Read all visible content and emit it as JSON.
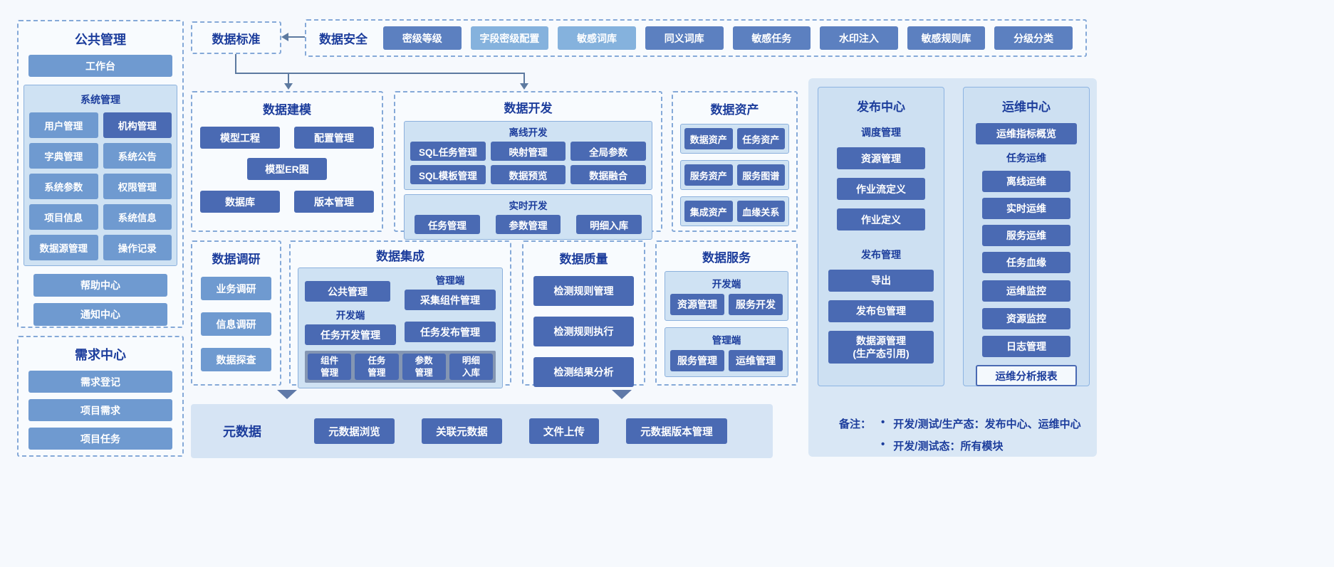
{
  "palette": {
    "accent_dark": "#4a6ab3",
    "accent_medium": "#6f9ad0",
    "accent_light": "#85b2dd",
    "panel_bg": "#cfe2f3",
    "title_text": "#1c3d9c"
  },
  "left": {
    "public_mgmt": {
      "title": "公共管理",
      "workbench": "工作台",
      "system_mgmt": {
        "title": "系统管理",
        "items": [
          {
            "label": "用户管理",
            "variant": "medium"
          },
          {
            "label": "机构管理",
            "variant": "dark"
          },
          {
            "label": "字典管理",
            "variant": "medium"
          },
          {
            "label": "系统公告",
            "variant": "medium"
          },
          {
            "label": "系统参数",
            "variant": "medium"
          },
          {
            "label": "权限管理",
            "variant": "medium"
          },
          {
            "label": "项目信息",
            "variant": "medium"
          },
          {
            "label": "系统信息",
            "variant": "medium"
          },
          {
            "label": "数据源管理",
            "variant": "medium"
          },
          {
            "label": "操作记录",
            "variant": "medium"
          }
        ]
      },
      "extra": [
        "帮助中心",
        "通知中心"
      ]
    },
    "demand_center": {
      "title": "需求中心",
      "items": [
        "需求登记",
        "项目需求",
        "项目任务"
      ]
    }
  },
  "top": {
    "data_standard": {
      "title": "数据标准"
    },
    "data_security": {
      "title": "数据安全",
      "items": [
        {
          "label": "密级等级",
          "variant": "sec"
        },
        {
          "label": "字段密级配置",
          "variant": "light"
        },
        {
          "label": "敏感词库",
          "variant": "light"
        },
        {
          "label": "同义词库",
          "variant": "sec"
        },
        {
          "label": "敏感任务",
          "variant": "sec"
        },
        {
          "label": "水印注入",
          "variant": "sec"
        },
        {
          "label": "敏感规则库",
          "variant": "sec"
        },
        {
          "label": "分级分类",
          "variant": "sec"
        }
      ]
    }
  },
  "modeling": {
    "title": "数据建模",
    "items": [
      "模型工程",
      "配置管理",
      "模型ER图",
      "数据库",
      "版本管理"
    ]
  },
  "data_dev": {
    "title": "数据开发",
    "offline": {
      "title": "离线开发",
      "items": [
        "SQL任务管理",
        "映射管理",
        "全局参数",
        "SQL模板管理",
        "数据预览",
        "数据融合"
      ]
    },
    "realtime": {
      "title": "实时开发",
      "items": [
        "任务管理",
        "参数管理",
        "明细入库"
      ]
    }
  },
  "data_asset": {
    "title": "数据资产",
    "items": [
      "数据资产",
      "任务资产",
      "服务资产",
      "服务图谱",
      "集成资产",
      "血缘关系"
    ]
  },
  "research": {
    "title": "数据调研",
    "items": [
      "业务调研",
      "信息调研",
      "数据探查"
    ]
  },
  "integration": {
    "title": "数据集成",
    "public_btn": "公共管理",
    "mgmt_label": "管理端",
    "collect_btn": "采集组件管理",
    "dev_label": "开发端",
    "task_dev_btn": "任务开发管理",
    "task_pub_btn": "任务发布管理",
    "strip_items": [
      "组件\n管理",
      "任务\n管理",
      "参数\n管理",
      "明细\n入库"
    ]
  },
  "quality": {
    "title": "数据质量",
    "items": [
      "检测规则管理",
      "检测规则执行",
      "检测结果分析"
    ]
  },
  "service": {
    "title": "数据服务",
    "dev": {
      "title": "开发端",
      "items": [
        "资源管理",
        "服务开发"
      ]
    },
    "mgmt": {
      "title": "管理端",
      "items": [
        "服务管理",
        "运维管理"
      ]
    }
  },
  "metadata": {
    "title": "元数据",
    "items": [
      "元数据浏览",
      "关联元数据",
      "文件上传",
      "元数据版本管理"
    ]
  },
  "release_center": {
    "title": "发布中心",
    "schedule": {
      "title": "调度管理",
      "items": [
        "资源管理",
        "作业流定义",
        "作业定义"
      ]
    },
    "release": {
      "title": "发布管理",
      "items": [
        "导出",
        "发布包管理",
        "数据源管理\n(生产态引用)"
      ]
    }
  },
  "ops_center": {
    "title": "运维中心",
    "overview_btn": "运维指标概览",
    "task_ops": {
      "title": "任务运维",
      "items": [
        "离线运维",
        "实时运维",
        "服务运维",
        "任务血缘"
      ]
    },
    "monitor_items": [
      "运维监控",
      "资源监控",
      "日志管理"
    ],
    "report_btn": "运维分析报表"
  },
  "note": {
    "label": "备注：",
    "bullet": "•",
    "items": [
      "开发/测试/生产态：发布中心、运维中心",
      "开发/测试态：所有模块"
    ]
  }
}
